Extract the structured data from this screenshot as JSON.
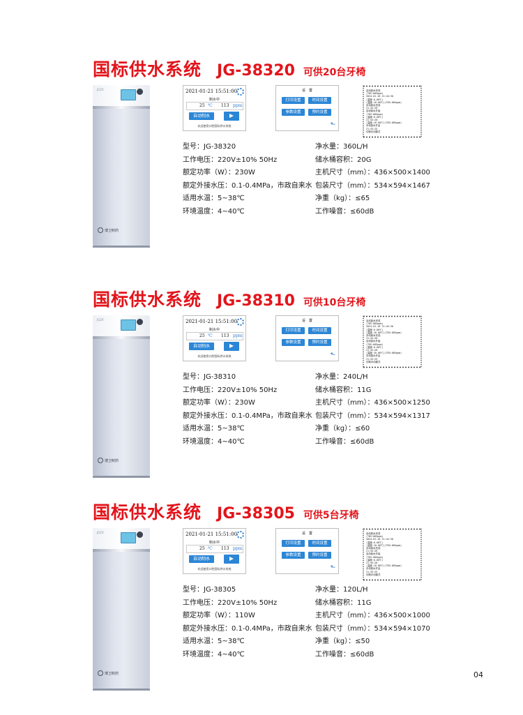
{
  "sections": [
    {
      "title": "国标供水系统",
      "model": "JG-38320",
      "capacity": "可供20台牙椅",
      "device": {
        "tag": "JGZX",
        "logo": "博卫制药"
      },
      "panel1": {
        "datetime": "2021-01-21 15:51:00",
        "status": "制水中",
        "temp_value": "25",
        "temp_unit": "℃",
        "tds_value": "113",
        "tds_unit": "ppm",
        "auto_button": "自动制水",
        "footer": "欢迎使用口腔国标供水系统"
      },
      "panel2": {
        "title": "设　置",
        "print_button": "打印设置",
        "time_button": "时间设置",
        "param_button": "参数设置",
        "reserve_button": "预约设置"
      },
      "receipt": [
        "自动制水完成",
        "(TDS:005ppm)",
        "2024-01-18 21:44:30",
        "(温度:0.60℃)",
        "(温度:10.00℃)(TDS:005ppm)",
        "手动制水完成",
        "21:44:26",
        "",
        "自动制水开始",
        "(TDS:005ppm)",
        "(温度:0.60℃)",
        "21:44:28",
        "(温度:10.00℃)(TDS:005ppm)",
        "手动制水开启",
        "21:43:25",
        "切换手动模式"
      ],
      "specs_left": [
        {
          "label": "型号：",
          "value": "JG-38320"
        },
        {
          "label": "工作电压：",
          "value": "220V±10% 50Hz"
        },
        {
          "label": "额定功率（W）：",
          "value": "230W"
        },
        {
          "label": "额定外接水压：",
          "value": "0.1-0.4MPa，市政自来水"
        },
        {
          "label": "适用水温：",
          "value": "5~38℃"
        },
        {
          "label": "环境温度：",
          "value": "4~40℃"
        }
      ],
      "specs_right": [
        {
          "label": "净水量：",
          "value": "360L/H"
        },
        {
          "label": "储水桶容积：",
          "value": "20G"
        },
        {
          "label": "主机尺寸（mm）：",
          "value": "436×500×1400"
        },
        {
          "label": "包装尺寸（mm）：",
          "value": "534×594×1467"
        },
        {
          "label": "净重（kg）：",
          "value": "≤65"
        },
        {
          "label": "工作噪音：",
          "value": "≤60dB"
        }
      ]
    },
    {
      "title": "国标供水系统",
      "model": "JG-38310",
      "capacity": "可供10台牙椅",
      "device": {
        "tag": "JGZX",
        "logo": "博卫制药"
      },
      "panel1": {
        "datetime": "2021-01-21 15:51:00",
        "status": "制水中",
        "temp_value": "25",
        "temp_unit": "℃",
        "tds_value": "113",
        "tds_unit": "ppm",
        "auto_button": "自动制水",
        "footer": "欢迎使用口腔国标供水系统"
      },
      "panel2": {
        "title": "设　置",
        "print_button": "打印设置",
        "time_button": "时间设置",
        "param_button": "参数设置",
        "reserve_button": "预约设置"
      },
      "receipt": [
        "自动制水完成",
        "(TDS:005ppm)",
        "2024-01-18 21:44:30",
        "(温度:0.60℃)",
        "(温度:10.00℃)(TDS:005ppm)",
        "手动制水完成",
        "21:44:26",
        "",
        "自动制水开始",
        "(TDS:005ppm)",
        "(温度:0.60℃)",
        "21:44:28",
        "(温度:10.00℃)(TDS:005ppm)",
        "手动制水开启",
        "21:43:25",
        "切换手动模式"
      ],
      "specs_left": [
        {
          "label": "型号：",
          "value": "JG-38310"
        },
        {
          "label": "工作电压：",
          "value": "220V±10% 50Hz"
        },
        {
          "label": "额定功率（W）：",
          "value": "230W"
        },
        {
          "label": "额定外接水压：",
          "value": "0.1-0.4MPa，市政自来水"
        },
        {
          "label": "适用水温：",
          "value": "5~38℃"
        },
        {
          "label": "环境温度：",
          "value": "4~40℃"
        }
      ],
      "specs_right": [
        {
          "label": "净水量：",
          "value": "240L/H"
        },
        {
          "label": "储水桶容积：",
          "value": "11G"
        },
        {
          "label": "主机尺寸（mm）：",
          "value": "436×500×1250"
        },
        {
          "label": "包装尺寸（mm）：",
          "value": "534×594×1317"
        },
        {
          "label": "净重（kg）：",
          "value": "≤60"
        },
        {
          "label": "工作噪音：",
          "value": "≤60dB"
        }
      ]
    },
    {
      "title": "国标供水系统",
      "model": "JG-38305",
      "capacity": "可供5台牙椅",
      "device": {
        "tag": "JGZX",
        "logo": "博卫制药"
      },
      "panel1": {
        "datetime": "2021-01-21 15:51:00",
        "status": "制水中",
        "temp_value": "25",
        "temp_unit": "℃",
        "tds_value": "113",
        "tds_unit": "ppm",
        "auto_button": "自动制水",
        "footer": "欢迎使用口腔国标供水系统"
      },
      "panel2": {
        "title": "设　置",
        "print_button": "打印设置",
        "time_button": "时间设置",
        "param_button": "参数设置",
        "reserve_button": "预约设置"
      },
      "receipt": [
        "自动制水完成",
        "(TDS:005ppm)",
        "2024-01-18 21:44:30",
        "(温度:0.60℃)",
        "(温度:10.00℃)(TDS:005ppm)",
        "手动制水完成",
        "21:44:26",
        "",
        "自动制水开始",
        "(TDS:005ppm)",
        "(温度:0.60℃)",
        "21:44:28",
        "(温度:10.00℃)(TDS:005ppm)",
        "手动制水开启",
        "21:43:25",
        "切换手动模式"
      ],
      "specs_left": [
        {
          "label": "型号：",
          "value": "JG-38305"
        },
        {
          "label": "工作电压：",
          "value": "220V±10% 50Hz"
        },
        {
          "label": "额定功率（W）：",
          "value": "110W"
        },
        {
          "label": "额定外接水压：",
          "value": "0.1-0.4MPa，市政自来水"
        },
        {
          "label": "适用水温：",
          "value": "5~38℃"
        },
        {
          "label": "环境温度：",
          "value": "4~40℃"
        }
      ],
      "specs_right": [
        {
          "label": "净水量：",
          "value": "120L/H"
        },
        {
          "label": "储水桶容积：",
          "value": "11G"
        },
        {
          "label": "主机尺寸（mm）：",
          "value": "436×500×1000"
        },
        {
          "label": "包装尺寸（mm）：",
          "value": "534×594×1070"
        },
        {
          "label": "净重（kg）：",
          "value": "≤50"
        },
        {
          "label": "工作噪音：",
          "value": "≤60dB"
        }
      ]
    }
  ],
  "page_number": "04",
  "colors": {
    "title_red": "#e3141b",
    "button_blue": "#2c86d6"
  }
}
